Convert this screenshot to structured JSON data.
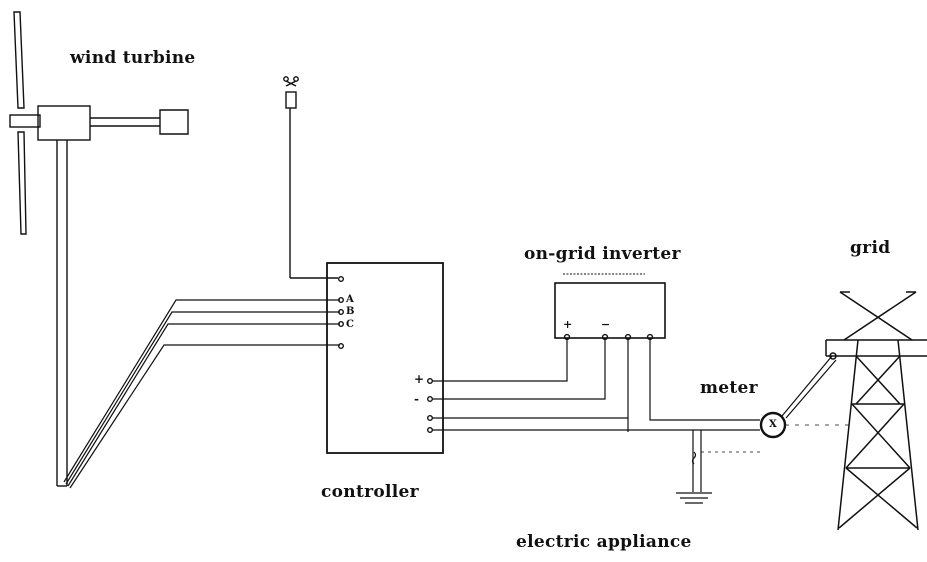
{
  "labels": {
    "wind_turbine": "wind turbine",
    "on_grid_inverter": "on-grid inverter",
    "grid": "grid",
    "meter": "meter",
    "controller": "controller",
    "electric_appliance": "electric appliance"
  },
  "controller_terminals": {
    "a": "A",
    "b": "B",
    "c": "C",
    "plus": "+",
    "minus": "-"
  },
  "inverter_terminals": {
    "plus": "+",
    "minus": "−"
  },
  "meter_symbol": "X",
  "colors": {
    "line": "#111111",
    "background": "#ffffff"
  }
}
